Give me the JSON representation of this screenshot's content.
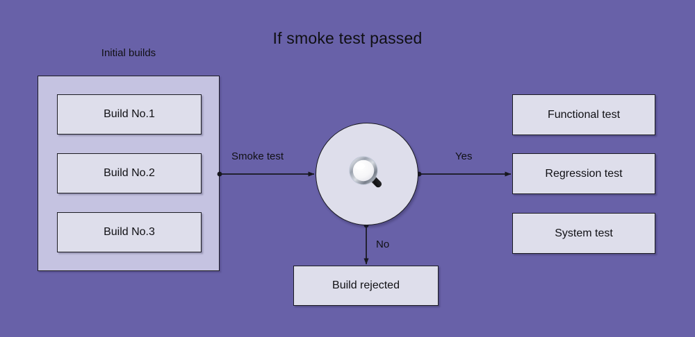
{
  "diagram": {
    "title": "If smoke test passed",
    "background_color": "#6861a8",
    "container_color": "#c5c3e1",
    "node_color": "#dedeeb",
    "border_color": "#1b1b22",
    "text_color": "#101014"
  },
  "builds_group": {
    "label": "Initial builds",
    "items": [
      {
        "label": "Build No.1"
      },
      {
        "label": "Build No.2"
      },
      {
        "label": "Build No.3"
      }
    ]
  },
  "decision": {
    "icon": "magnifier-icon",
    "name": "smoke-test-decision"
  },
  "edges": {
    "smoke_test": "Smoke test",
    "yes": "Yes",
    "no": "No"
  },
  "outcomes": {
    "pass": [
      {
        "label": "Functional test"
      },
      {
        "label": "Regression  test"
      },
      {
        "label": "System test"
      }
    ],
    "fail": {
      "label": "Build rejected"
    }
  }
}
